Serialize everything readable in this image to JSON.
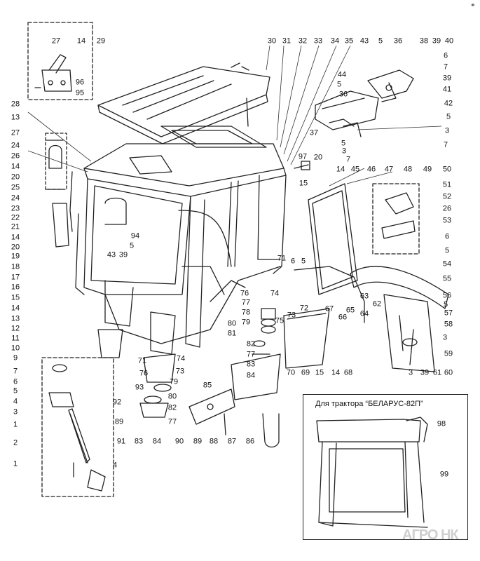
{
  "inset": {
    "title": "Для трактора “БЕЛАРУС-82П”"
  },
  "watermark": "АГРО НК",
  "corner_mark": "⚭",
  "labels": [
    "27",
    "14",
    "29",
    "96",
    "95",
    "30",
    "31",
    "32",
    "33",
    "34",
    "35",
    "43",
    "5",
    "36",
    "38",
    "39",
    "40",
    "6",
    "7",
    "39",
    "41",
    "44",
    "5",
    "36",
    "42",
    "5",
    "3",
    "7",
    "37",
    "28",
    "13",
    "27",
    "24",
    "26",
    "14",
    "20",
    "25",
    "24",
    "23",
    "22",
    "21",
    "14",
    "20",
    "19",
    "18",
    "17",
    "16",
    "15",
    "14",
    "13",
    "12",
    "11",
    "10",
    "9",
    "97",
    "20",
    "5",
    "3",
    "7",
    "14",
    "45",
    "46",
    "47",
    "48",
    "49",
    "50",
    "15",
    "51",
    "52",
    "26",
    "53",
    "6",
    "5",
    "54",
    "55",
    "56",
    "57",
    "58",
    "59",
    "60",
    "61",
    "39",
    "3",
    "5",
    "3",
    "94",
    "5",
    "43",
    "39",
    "71",
    "6",
    "5",
    "72",
    "67",
    "65",
    "66",
    "63",
    "64",
    "62",
    "73",
    "76",
    "77",
    "78",
    "79",
    "74",
    "75",
    "80",
    "81",
    "82",
    "77",
    "83",
    "84",
    "70",
    "69",
    "15",
    "14",
    "68",
    "7",
    "6",
    "5",
    "4",
    "3",
    "1",
    "2",
    "1",
    "4",
    "71",
    "76",
    "93",
    "79",
    "80",
    "92",
    "82",
    "89",
    "91",
    "83",
    "84",
    "77",
    "73",
    "74",
    "85",
    "90",
    "89",
    "88",
    "87",
    "86",
    "98",
    "99"
  ]
}
